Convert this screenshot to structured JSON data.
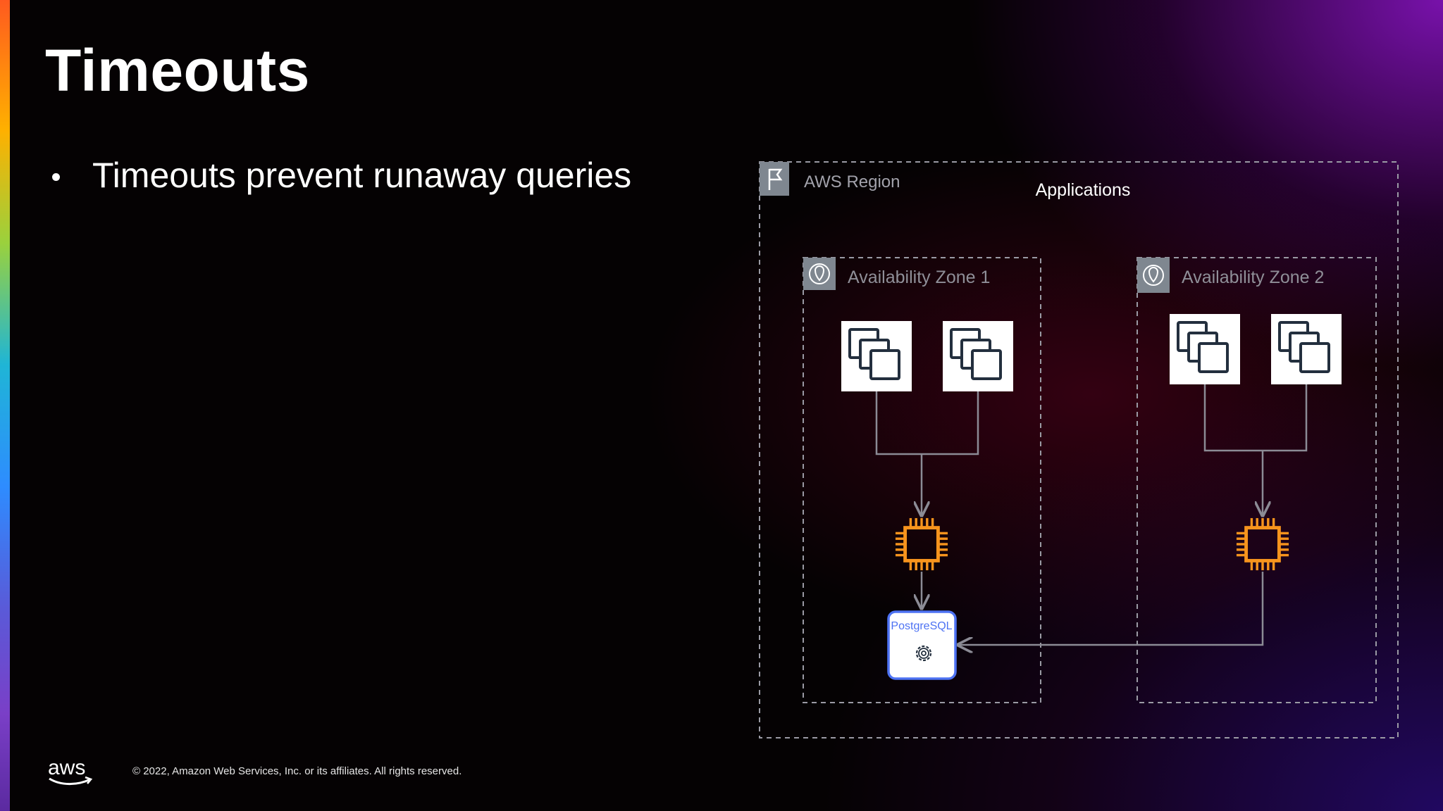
{
  "slide": {
    "title": "Timeouts",
    "bullets": [
      "Timeouts prevent runaway queries"
    ]
  },
  "diagram": {
    "region_label": "AWS Region",
    "group_label": "Applications",
    "zones": [
      {
        "label": "Availability Zone 1"
      },
      {
        "label": "Availability Zone 2"
      }
    ],
    "database_label": "PostgreSQL",
    "icons": {
      "region": "flag-icon",
      "zone": "location-pin-icon",
      "instances": "application-instances-icon",
      "compute": "processor-chip-icon",
      "database": "gear-icon"
    },
    "colors": {
      "chip": "#f7941d",
      "database": "#4d72f3",
      "connector": "#8b8b95",
      "dashed_border": "#9a9aa4",
      "zone_text": "#8f8f98"
    }
  },
  "footer": {
    "logo_text": "aws",
    "copyright": "© 2022, Amazon Web Services, Inc. or its affiliates. All rights reserved."
  }
}
